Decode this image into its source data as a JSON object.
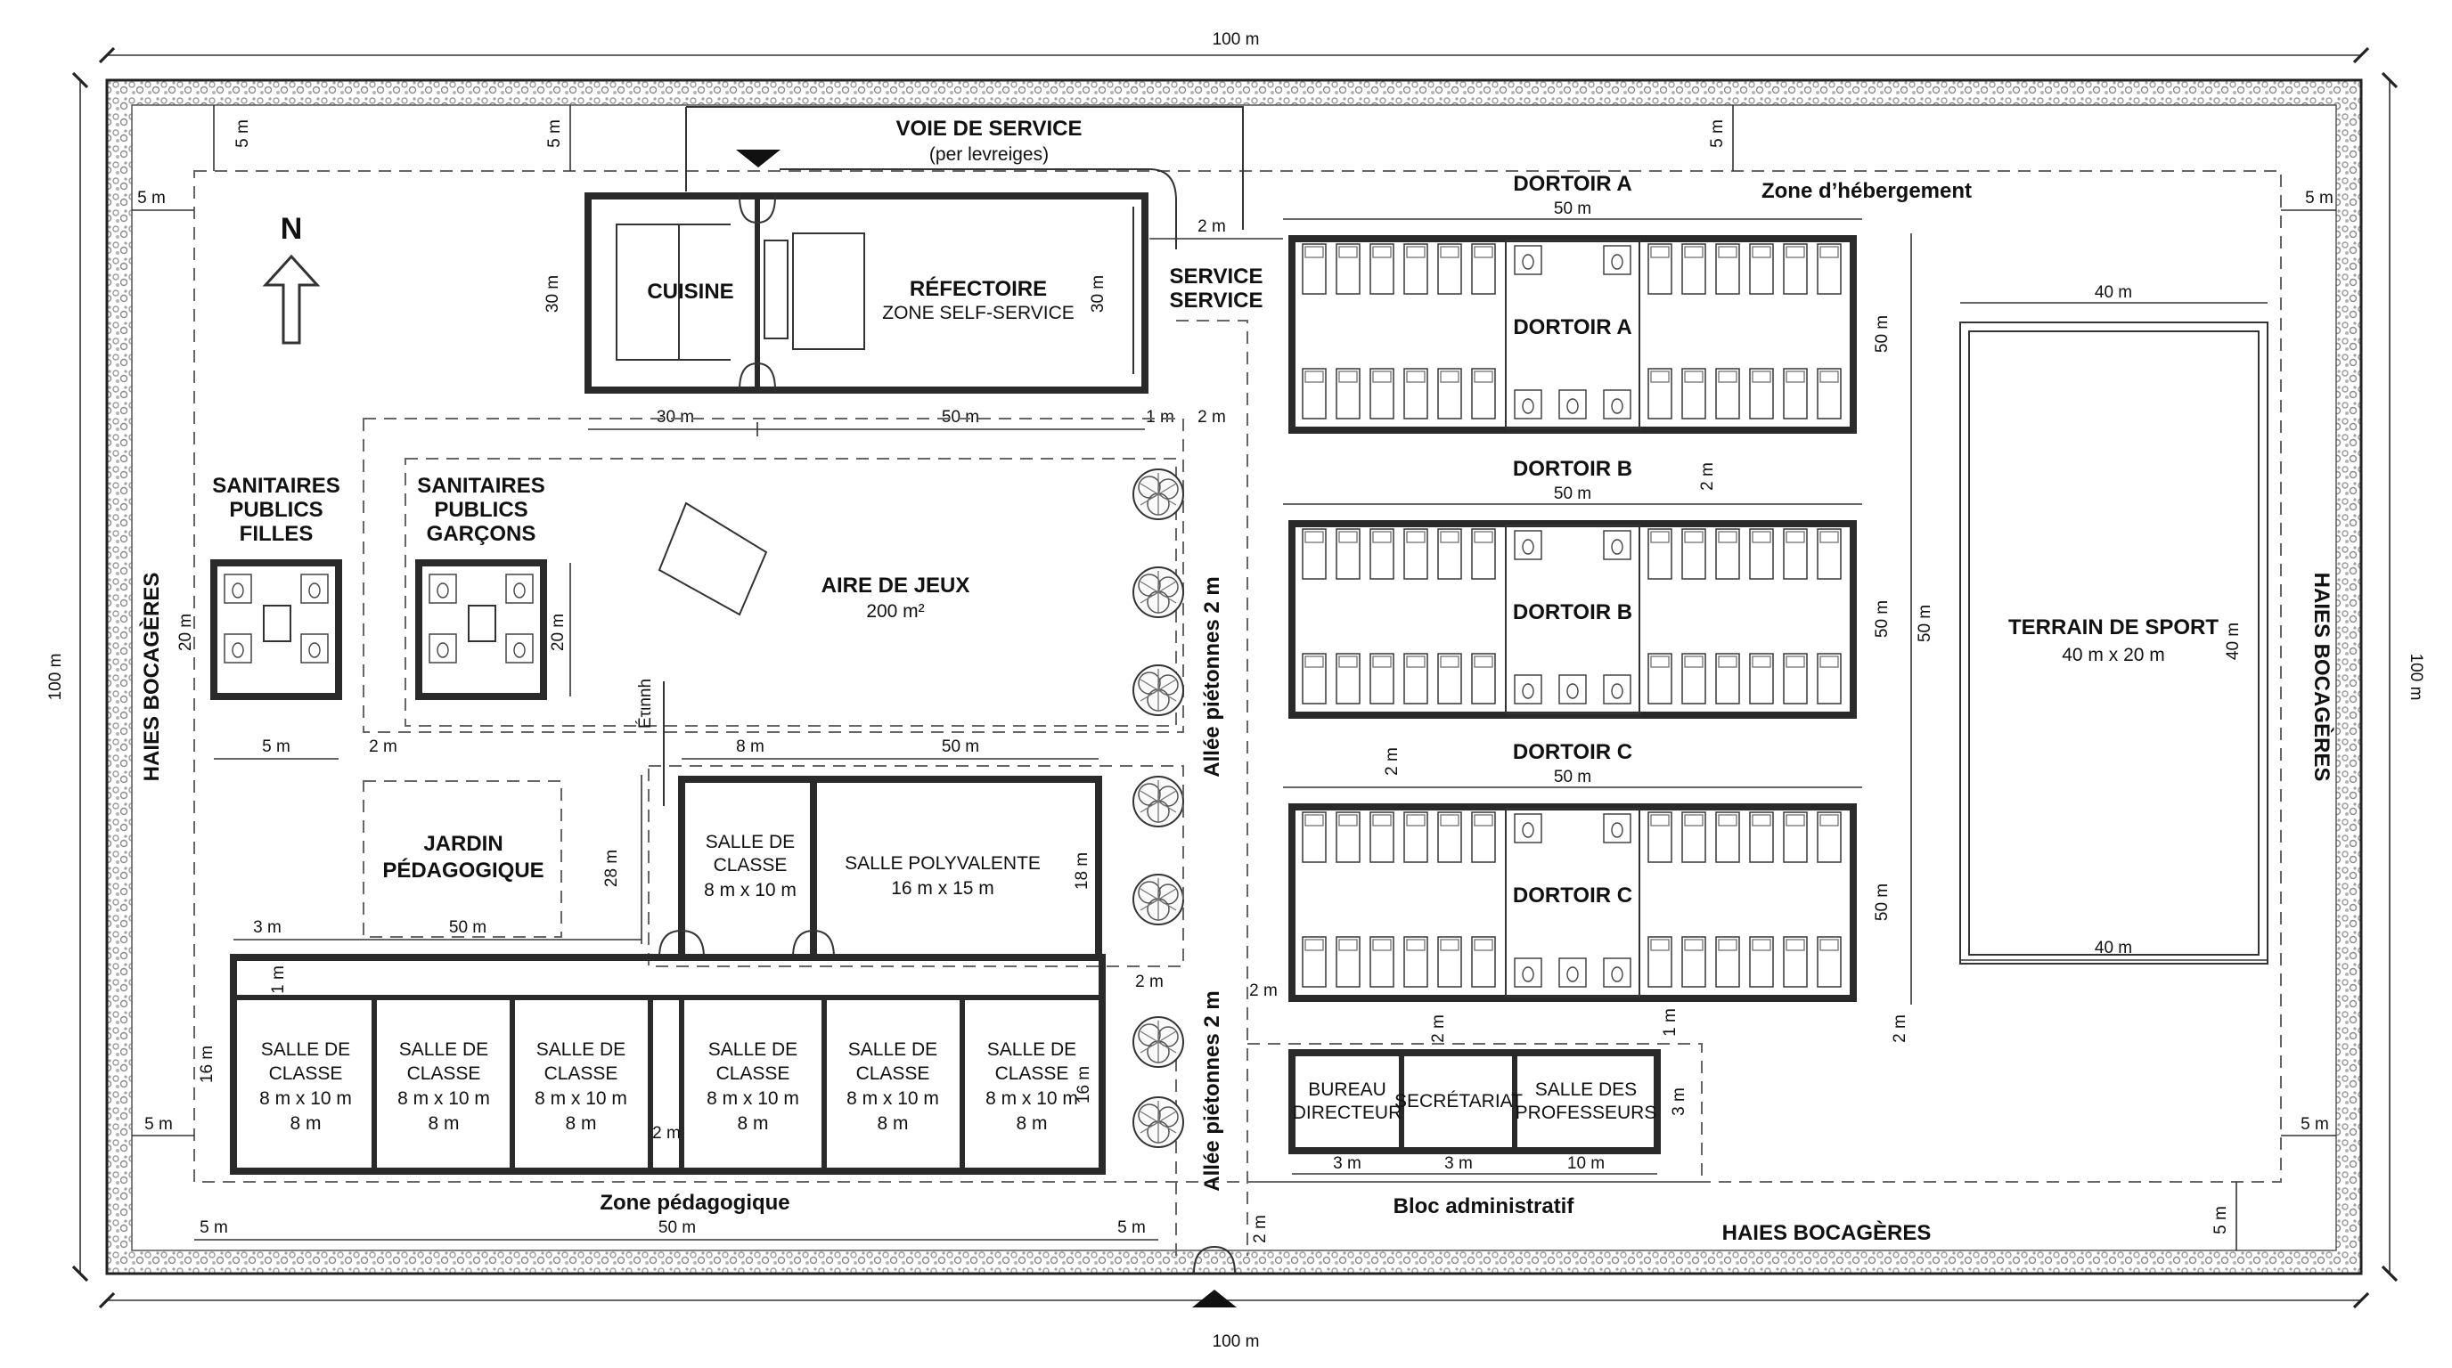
{
  "dimensions": {
    "top_total": "100 m",
    "bottom_total": "100 m",
    "left_total": "100 m",
    "right_total": "100 m",
    "setback_5m": "5 m",
    "m2": "2 m",
    "m1": "1 m",
    "m3": "3 m",
    "m8": "8 m",
    "m10": "10 m",
    "m16": "16 m",
    "m18": "18 m",
    "m20": "20 m",
    "m28": "28 m",
    "m30": "30 m",
    "m40": "40 m",
    "m50": "50 m"
  },
  "zones": {
    "hedge_left": "HAIES BOCAGÈRES",
    "hedge_right": "HAIES BOCAGÈRES",
    "hedge_bottom": "HAIES BOCAGÈRES",
    "hebergement": "Zone d’hébergement",
    "pedagogique": "Zone pédagogique",
    "admin_block": "Bloc administratif",
    "allee_top": "Allée piétonnes 2 m",
    "allee_bottom": "Allée piétonnes 2 m",
    "service_road": "VOIE DE SERVICE",
    "service_road_sub": "(per levreiges)",
    "service_area": "SERVICE",
    "service_area2": "SERVICE"
  },
  "north": "N",
  "buildings": {
    "cuisine": "CUISINE",
    "refectoire": "RÉFECTOIRE",
    "refectoire_sub": "ZONE SELF-SERVICE",
    "san_filles": [
      "SANITAIRES",
      "PUBLICS",
      "FILLES"
    ],
    "san_garcons": [
      "SANITAIRES",
      "PUBLICS",
      "GARÇONS"
    ],
    "aire_jeux": "AIRE DE JEUX",
    "aire_jeux_area": "200 m²",
    "jardin": [
      "JARDIN",
      "PÉDAGOGIQUE"
    ],
    "salle_polyvalente": "SALLE POLYVALENTE",
    "salle_polyvalente_size": "16 m x 15 m",
    "classe_top": [
      "SALLE DE",
      "CLASSE",
      "8 m x 10 m"
    ],
    "classe": [
      "SALLE DE",
      "CLASSE",
      "8 m x 10 m",
      "8 m"
    ],
    "dortoir_a": "DORTOIR A",
    "dortoir_b": "DORTOIR B",
    "dortoir_c": "DORTOIR C",
    "terrain": "TERRAIN DE SPORT",
    "terrain_size": "40 m x 20 m",
    "bureau": [
      "BUREAU",
      "DIRECTEUR"
    ],
    "secretariat": "SECRÉTARIAT",
    "profs": [
      "SALLE DES",
      "PROFESSEURS"
    ],
    "sign": "Éτιnnh"
  }
}
